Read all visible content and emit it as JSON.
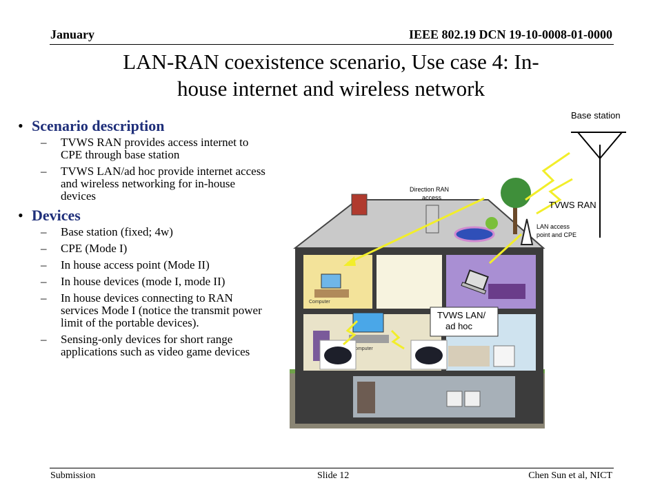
{
  "header": {
    "left": "January",
    "right": "IEEE 802.19 DCN 19-10-0008-01-0000"
  },
  "title": {
    "line1": "LAN-RAN coexistence scenario, Use case 4: In-",
    "line2": "house internet and wireless network"
  },
  "sections": [
    {
      "heading": "Scenario description",
      "items": [
        "TVWS RAN provides access internet to CPE through base station",
        "TVWS LAN/ad hoc provide internet access and wireless networking for in-house devices"
      ]
    },
    {
      "heading": "Devices",
      "items": [
        "Base station (fixed; 4w)",
        "CPE (Mode I)",
        "In house access point (Mode II)",
        "In house devices (mode I, mode II)",
        "In house devices connecting to RAN services Mode I (notice the transmit power limit of the portable devices).",
        "Sensing-only devices for short range applications such as video game devices"
      ]
    }
  ],
  "diagram": {
    "base_station": "Base station",
    "direction_ran_1": "Direction RAN",
    "direction_ran_2": "access",
    "tvws_ran": "TVWS RAN",
    "lan_access_1": "LAN access",
    "lan_access_2": "point and CPE",
    "tvws_lan_1": "TVWS LAN/",
    "tvws_lan_2": "ad hoc",
    "computer_1": "Computer",
    "computer_2": "Computer"
  },
  "footer": {
    "left": "Submission",
    "center": "Slide 12",
    "right": "Chen Sun et al, NICT"
  }
}
